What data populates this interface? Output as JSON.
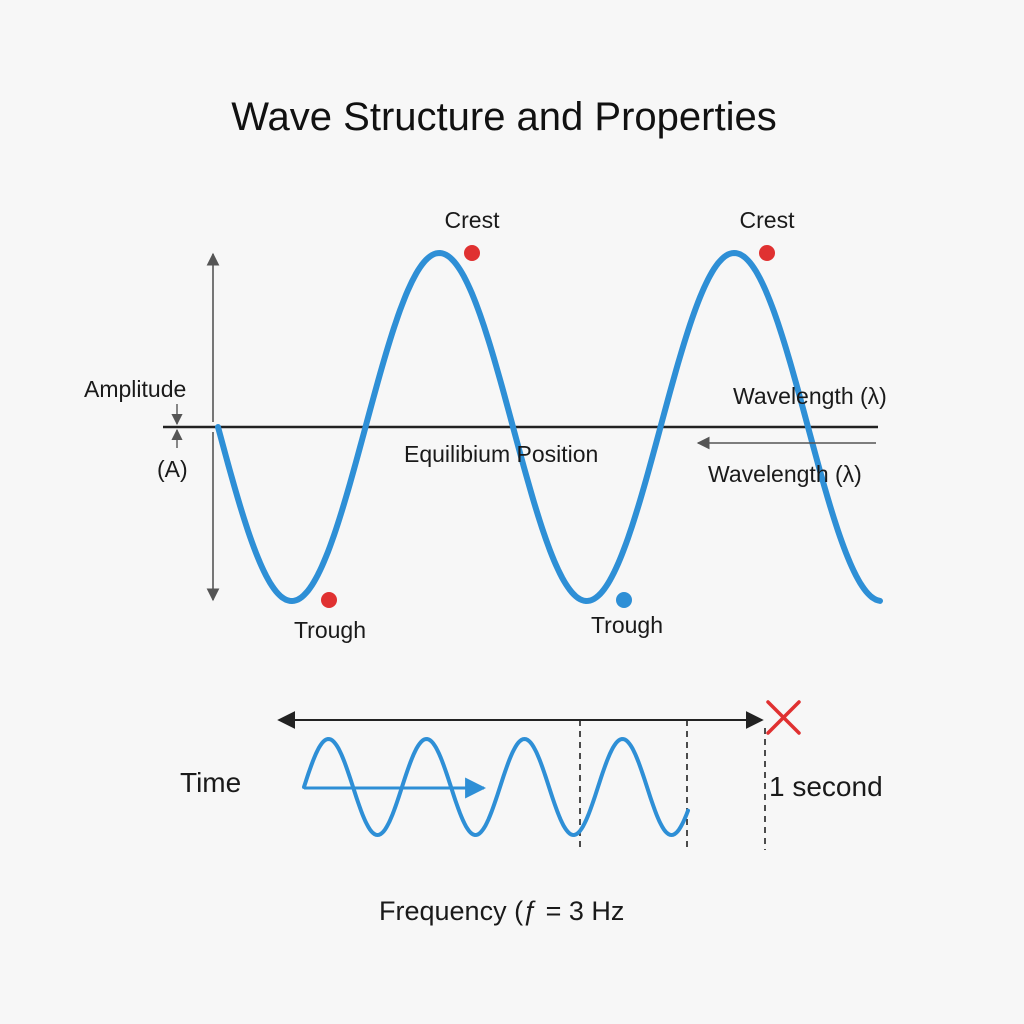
{
  "title": "Wave Structure and Properties",
  "labels": {
    "crest": "Crest",
    "trough": "Trough",
    "amplitude": "Amplitude",
    "amplitude_symbol": "(A)",
    "equilibrium": "Equilibium Position",
    "wavelength": "Wavelength (λ)",
    "time": "Time",
    "one_second": "1 second",
    "frequency": "Frequency (ƒ = 3 Hz"
  },
  "colors": {
    "wave": "#2e8fd6",
    "crest_marker": "#e03131",
    "trough_marker_1": "#e03131",
    "trough_marker_2": "#2e8fd6",
    "axis": "#222222",
    "dimension": "#555555",
    "cross": "#e03131"
  }
}
